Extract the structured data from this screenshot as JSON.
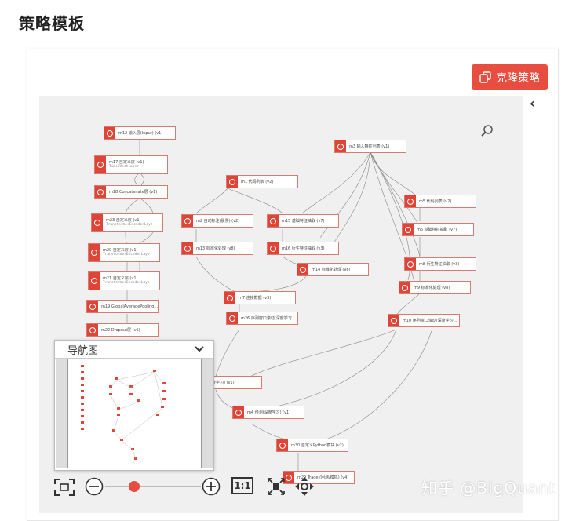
{
  "page": {
    "title": "策略模板"
  },
  "clone_button": {
    "label": "克隆策略",
    "icon": "copy-icon"
  },
  "colors": {
    "accent": "#e84e40",
    "node_icon": "#e04437",
    "canvas_bg": "#f0f0f0"
  },
  "nodes": {
    "m12": "m12 输入层(Input) (v1)",
    "m17": "m17 自定义层 (v1)",
    "m17_sub": "Time2Vectlayer",
    "m18": "m18 Concatenate层 (v1)",
    "m23": "m23 自定义层 (v1)",
    "m23_sub": "TransformerEncoderLaye",
    "m20": "m20 自定义层 (v1)",
    "m20_sub": "TransformerEncoderLaye",
    "m21": "m21 自定义层 (v1)",
    "m21_sub": "TransformerEncoderLaye",
    "m19": "m19 GlobalAveragePooling...",
    "m22": "m22 Dropout层 (v1)",
    "m3": "m3 输入特征列表 (v1)",
    "m1": "m1 代码列表 (v2)",
    "m2": "m2 自动标注(股票) (v2)",
    "m15": "m15 基础特征抽取 (v7)",
    "m13": "m13 标准化处理 (v8)",
    "m16": "m16 衍生特征抽取 (v3)",
    "m14": "m14 标准化处理 (v8)",
    "m5": "m5 代码列表 (v2)",
    "m6": "m6 基础特征抽取 (v7)",
    "m8": "m8 衍生特征抽取 (v3)",
    "m9": "m9 标准化处理 (v8)",
    "m7": "m7 连接数据 (v3)",
    "m26": "m26 序列窗口滚动(深度学习...",
    "m10": "m10 序列窗口滚动(深度学习...",
    "m_train": "训练(深度学习) (v1)",
    "m4": "m4 预测(深度学习) (v1)",
    "m30": "m30 自定义Python模块 (v2)",
    "m29": "m29 Trade (回测/模拟) (v4)"
  },
  "navigator": {
    "title": "导航图",
    "toggle_icon": "chevron-down-icon"
  },
  "toolbar": {
    "fit_icon": "fit-screen-icon",
    "zoom_out_icon": "zoom-out-icon",
    "zoom_in_icon": "zoom-in-icon",
    "actual_size_label": "1:1",
    "zoom_level": 0.3,
    "layout_icon": "auto-layout-icon",
    "pan_icon": "move-icon"
  },
  "search_icon": "search-icon",
  "collapse_icon": "chevron-left-icon",
  "watermark": "知乎 @BigQuant"
}
